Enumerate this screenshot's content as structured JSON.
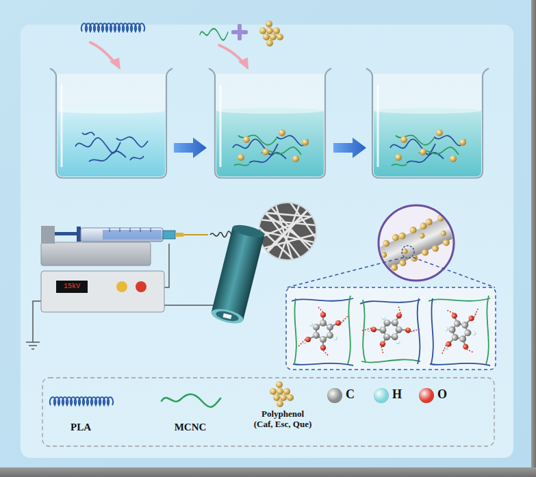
{
  "diagram": {
    "labels": [
      "15kV"
    ],
    "legend": [
      {
        "text": "PLA"
      },
      {
        "text": "MCNC"
      },
      {
        "text": "Polyphenol (Caf, Esc, Que)"
      },
      {
        "text": "C",
        "color": "#8c8c8c"
      },
      {
        "text": "H",
        "color": "#7fd6dc"
      },
      {
        "text": "O",
        "color": "#e03a2a"
      }
    ]
  }
}
